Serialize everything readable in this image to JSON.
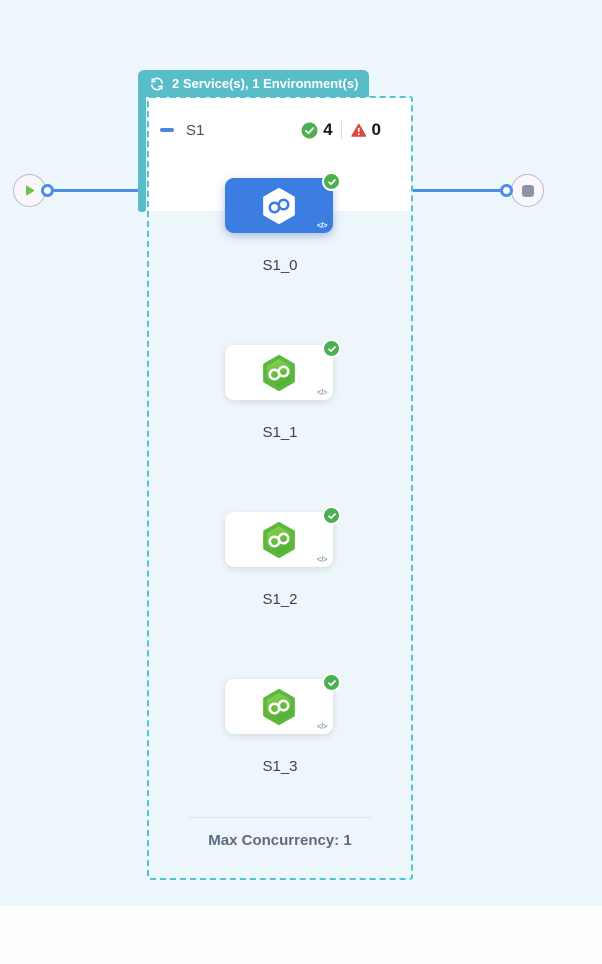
{
  "group_badge": {
    "icon": "loop-icon",
    "label": "2 Service(s), 1 Environment(s)"
  },
  "stage_header": {
    "collapse_icon": "minus-icon",
    "name": "S1",
    "success_count": "4",
    "error_count": "0"
  },
  "nodes": [
    {
      "label": "S1_0",
      "selected": true,
      "status": "success",
      "icon": "service-hexagon-icon"
    },
    {
      "label": "S1_1",
      "selected": false,
      "status": "success",
      "icon": "service-hexagon-icon"
    },
    {
      "label": "S1_2",
      "selected": false,
      "status": "success",
      "icon": "service-hexagon-icon"
    },
    {
      "label": "S1_3",
      "selected": false,
      "status": "success",
      "icon": "service-hexagon-icon"
    }
  ],
  "footer": {
    "max_concurrency": "Max Concurrency: 1"
  },
  "endpoints": {
    "start_icon": "play-icon",
    "end_icon": "stop-icon"
  },
  "glyphs": {
    "code": "</>"
  },
  "colors": {
    "canvas_bg": "#edf6fa",
    "teal": "#58bdc9",
    "dashed_border": "#4ec5d3",
    "selected_node_blue": "#3c7de1",
    "edge_blue": "#4a90e2",
    "success_green": "#4caf50",
    "error_red": "#d9473d",
    "hexagon_green": "#5cb83c"
  }
}
